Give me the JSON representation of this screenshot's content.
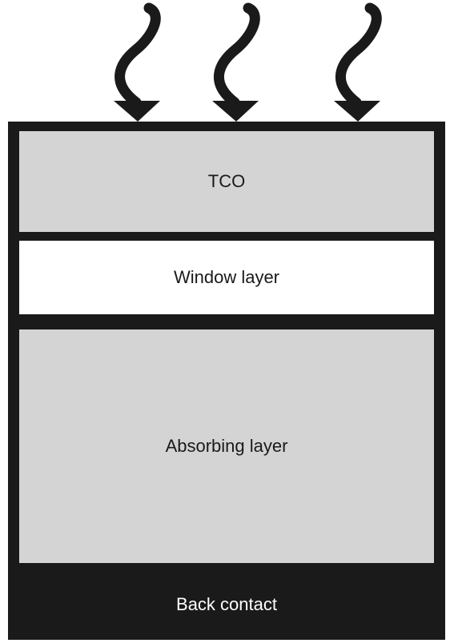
{
  "light": {
    "icon": "light-ray-icon",
    "count": 3,
    "color": "#1a1a1a"
  },
  "layers": {
    "tco": {
      "label": "TCO",
      "color": "#d4d4d4"
    },
    "window": {
      "label": "Window layer",
      "color": "#ffffff"
    },
    "absorbing": {
      "label": "Absorbing layer",
      "color": "#d4d4d4"
    },
    "back_contact": {
      "label": "Back contact",
      "color": "#1a1a1a"
    }
  }
}
